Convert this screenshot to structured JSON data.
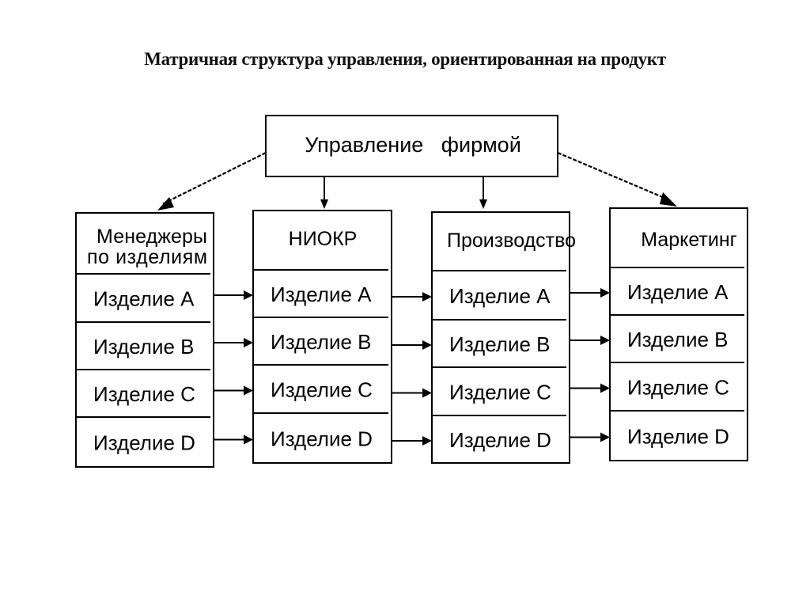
{
  "title": "Матричная структура управления, ориентированная на продукт",
  "top_box": {
    "label": "Управление   фирмой"
  },
  "columns": [
    {
      "header_line1": "Менеджеры",
      "header_line2": "по изделиям",
      "rows": [
        "Изделие A",
        "Изделие B",
        "Изделие C",
        "Изделие D"
      ]
    },
    {
      "header_line1": "НИОКР",
      "header_line2": "",
      "rows": [
        "Изделие A",
        "Изделие B",
        "Изделие C",
        "Изделие D"
      ]
    },
    {
      "header_line1": "Производство",
      "header_line2": "",
      "rows": [
        "Изделие A",
        "Изделие B",
        "Изделие C",
        "Изделие D"
      ]
    },
    {
      "header_line1": "Маркетинг",
      "header_line2": "",
      "rows": [
        "Изделие A",
        "Изделие B",
        "Изделие C",
        "Изделие D"
      ]
    }
  ],
  "colors": {
    "line": "#000000",
    "background": "#ffffff",
    "text": "#000000"
  }
}
